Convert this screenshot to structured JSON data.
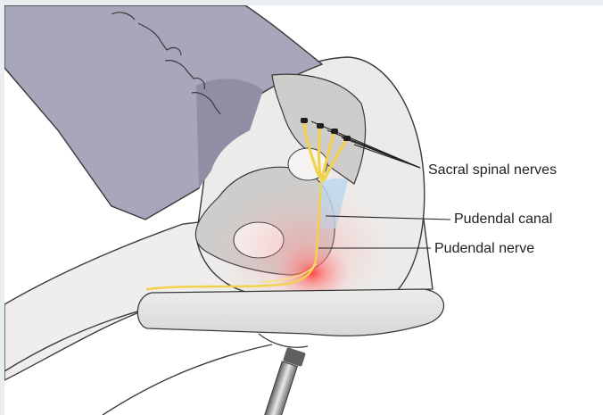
{
  "diagram": {
    "labels": {
      "sacral_nerves": "Sacral spinal nerves",
      "pudendal_canal": "Pudendal canal",
      "pudendal_nerve": "Pudendal nerve"
    },
    "colors": {
      "torso": "#a7a6bb",
      "skin": "#eceae8",
      "bone": "#cfcdcb",
      "nerve": "#f2d24a",
      "pain": "#ff4a4a",
      "canal": "#bcd8ec",
      "seat": "#e4e3e1"
    }
  }
}
